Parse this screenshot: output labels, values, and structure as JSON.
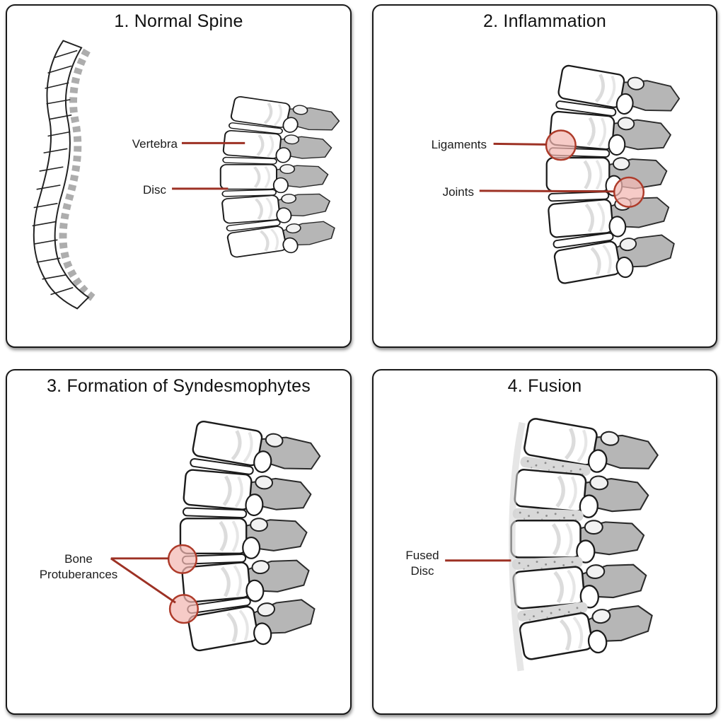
{
  "panels": [
    {
      "title": "1. Normal Spine",
      "labels": [
        {
          "id": "vertebra",
          "lines": [
            "Vertebra"
          ]
        },
        {
          "id": "disc",
          "lines": [
            "Disc"
          ]
        }
      ]
    },
    {
      "title": "2. Inflammation",
      "labels": [
        {
          "id": "ligaments",
          "lines": [
            "Ligaments"
          ]
        },
        {
          "id": "joints",
          "lines": [
            "Joints"
          ]
        }
      ]
    },
    {
      "title": "3. Formation of Syndesmophytes",
      "labels": [
        {
          "id": "bone-protuberances",
          "lines": [
            "Bone",
            "Protuberances"
          ]
        }
      ]
    },
    {
      "title": "4. Fusion",
      "labels": [
        {
          "id": "fused-disc",
          "lines": [
            "Fused",
            "Disc"
          ]
        }
      ]
    }
  ],
  "colors": {
    "annotation_line": "#9D3124",
    "highlight_fill": "#F2B7B1",
    "highlight_stroke": "#AE3B2A",
    "ink": "#1B1B1B",
    "process_gray": "#B6B6B6"
  }
}
